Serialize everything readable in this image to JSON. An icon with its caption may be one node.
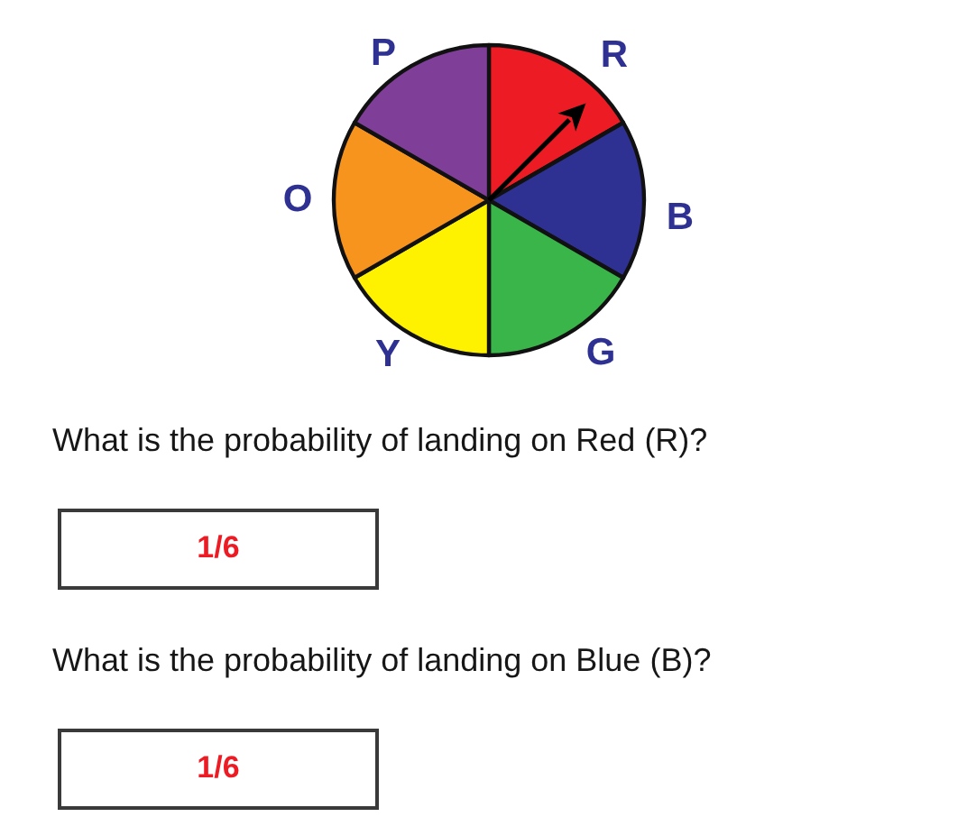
{
  "diagram": {
    "nodes": [
      {
        "text": [
          "1/6"
        ]
      },
      {
        "text": [
          "1/6"
        ]
      }
    ],
    "labels": [
      "P",
      "R",
      "O",
      "B",
      "Y",
      "G",
      "What is the probability of landing on Red (R)?",
      "What is the probability of landing on Blue (B)?"
    ]
  }
}
